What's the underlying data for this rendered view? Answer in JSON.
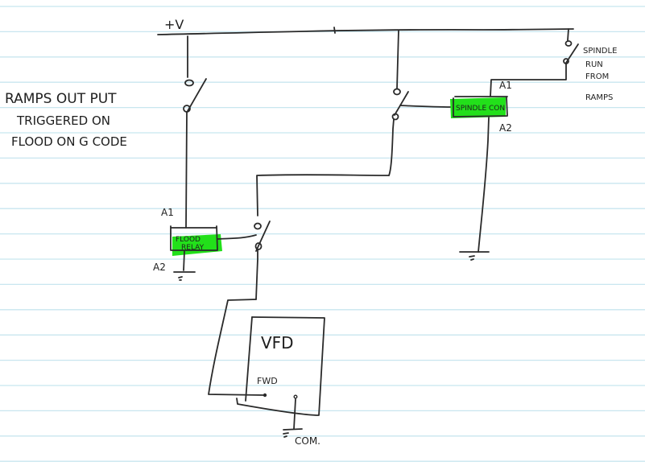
{
  "canvas": {
    "paper_style": "ruled",
    "rule_color": "#c8e6ef",
    "ink_color": "#2a2a2a",
    "highlight_color": "#22e01a"
  },
  "note": {
    "lines": [
      "RAMPS OUT PUT",
      "TRIGGERED ON",
      "FLOOD ON G CODE"
    ]
  },
  "supply": {
    "label": "+V"
  },
  "spindle_switch_note": {
    "lines": [
      "SPINDLE",
      "RUN",
      "FROM",
      "RAMPS"
    ]
  },
  "spindle_relay": {
    "label": "SPINDLE CON",
    "a1": "A1",
    "a2": "A2"
  },
  "flood_relay": {
    "label_line1": "FLOOD",
    "label_line2": "RELAY",
    "a1": "A1",
    "a2": "A2"
  },
  "vfd": {
    "title": "VFD",
    "fwd_label": "FWD",
    "com_label": "COM."
  }
}
